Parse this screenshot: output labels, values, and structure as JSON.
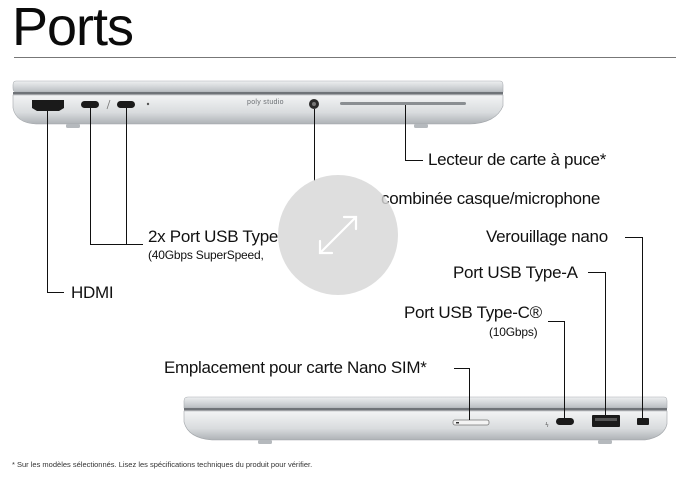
{
  "title": "Ports",
  "laptop_brand": "poly studio",
  "labels": {
    "card_reader": "Lecteur de carte à puce*",
    "audio_combo": "combinée casque/microphone",
    "usb_c_left": "2x Port USB Type",
    "usb_c_left_sub": "(40Gbps SuperSpeed,",
    "hdmi": "HDMI",
    "nano_lock": "Verouillage nano",
    "usb_a": "Port USB Type-A",
    "usb_c_right": "Port USB Type-C®",
    "usb_c_right_sub": "(10Gbps)",
    "nano_sim": "Emplacement pour carte Nano SIM*"
  },
  "footnote": "* Sur les modèles sélectionnés. Lisez les spécifications techniques du produit pour vérifier.",
  "colors": {
    "chassis": "#d6d8da",
    "chassis_dark": "#9ea2a6",
    "port": "#1a1a1a",
    "line": "#111111"
  },
  "overlay_icon": "expand-arrows-icon"
}
